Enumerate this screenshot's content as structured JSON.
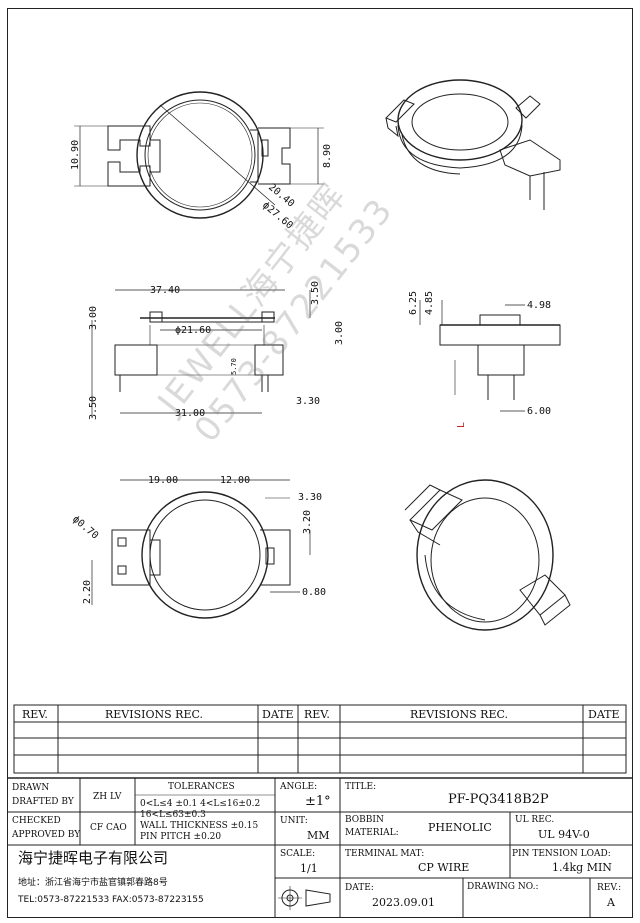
{
  "dimensions": {
    "top_view": {
      "w1090": "10.90",
      "h890": "8.90",
      "r2040": "20.40",
      "d2760": "ϕ27.60"
    },
    "front_view": {
      "w3740": "37.40",
      "w300": "3.00",
      "w350": "3.50",
      "d2160": "ϕ21.60",
      "w350b": "3.50",
      "w3100": "31.00",
      "w330": "3.30",
      "w300b": "3.00",
      "w570": "5.70"
    },
    "side_view": {
      "w625": "6.25",
      "w485": "4.85",
      "w498": "4.98",
      "w600": "6.00",
      "l": "L"
    },
    "bottom_view": {
      "w1900": "19.00",
      "w1200": "12.00",
      "w330": "3.30",
      "w320": "3.20",
      "d070": "ϕ0.70",
      "w220": "2.20",
      "w080": "0.80"
    }
  },
  "watermark": {
    "line1": "JEWELL海宁捷晖",
    "line2": "0573-87221533"
  },
  "revisions": {
    "col_rev": "REV.",
    "col_rec": "REVISIONS  REC.",
    "col_date": "DATE"
  },
  "title_block": {
    "drawn": "DRAWN",
    "drafted_by": "DRAFTED BY",
    "drafter": "ZH LV",
    "checked": "CHECKED",
    "approved_by": "APPROVED BY",
    "approver": "CF CAO",
    "tolerances_title": "TOLERANCES",
    "tol_line1": "0<L≤4 ±0.1 4<L≤16±0.2",
    "tol_line2": "16<L≤63±0.3",
    "tol_line3": "WALL THICKNESS ±0.15",
    "tol_line4": "PIN PITCH ±0.20",
    "angle_label": "ANGLE:",
    "angle_value": "±1°",
    "unit_label": "UNIT:",
    "unit_value": "MM",
    "scale_label": "SCALE:",
    "scale_value": "1/1",
    "title_label": "TITLE:",
    "title_value": "PF-PQ3418B2P",
    "bobbin_label": "BOBBIN",
    "material_label": "MATERIAL:",
    "material_value": "PHENOLIC",
    "ul_label": "UL REC.",
    "ul_value": "UL 94V-0",
    "terminal_label": "TERMINAL MAT:",
    "terminal_value": "CP WIRE",
    "pin_label": "PIN TENSION LOAD:",
    "pin_value": "1.4kg MIN",
    "date_label": "DATE:",
    "date_value": "2023.09.01",
    "drawing_no_label": "DRAWING NO.:",
    "rev_label": "REV.:",
    "rev_value": "A",
    "company": "海宁捷晖电子有限公司",
    "address": "地址：浙江省海宁市盐官镇郭春路8号",
    "tel": "TEL:0573-87221533 FAX:0573-87223155"
  }
}
